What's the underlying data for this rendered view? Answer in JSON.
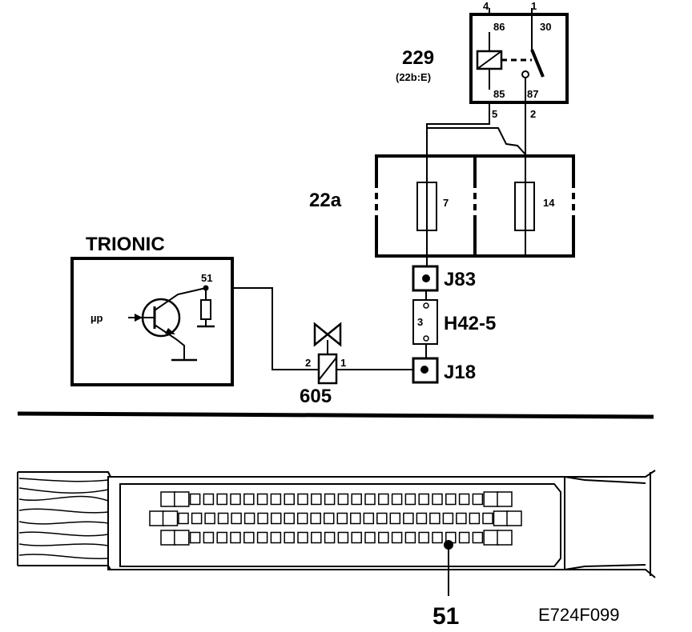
{
  "relay": {
    "id": "229",
    "ref": "(22b:E)",
    "pin_top_left": "4",
    "pin_top_right": "1",
    "term_86": "86",
    "term_30": "30",
    "term_85": "85",
    "term_87": "87",
    "pin_bottom_left": "5",
    "pin_bottom_right": "2"
  },
  "fusebox": {
    "id": "22a",
    "fuse_left": "7",
    "fuse_right": "14"
  },
  "ecu": {
    "title": "TRIONIC",
    "pin": "51",
    "input": "µp"
  },
  "connectors": {
    "j83": "J83",
    "h42": "H42-5",
    "h42_pin": "3",
    "j18": "J18"
  },
  "valve": {
    "id": "605",
    "pin_left": "2",
    "pin_right": "1"
  },
  "ecu_connector": {
    "callout_pin": "51"
  },
  "figure_code": "E724F099"
}
